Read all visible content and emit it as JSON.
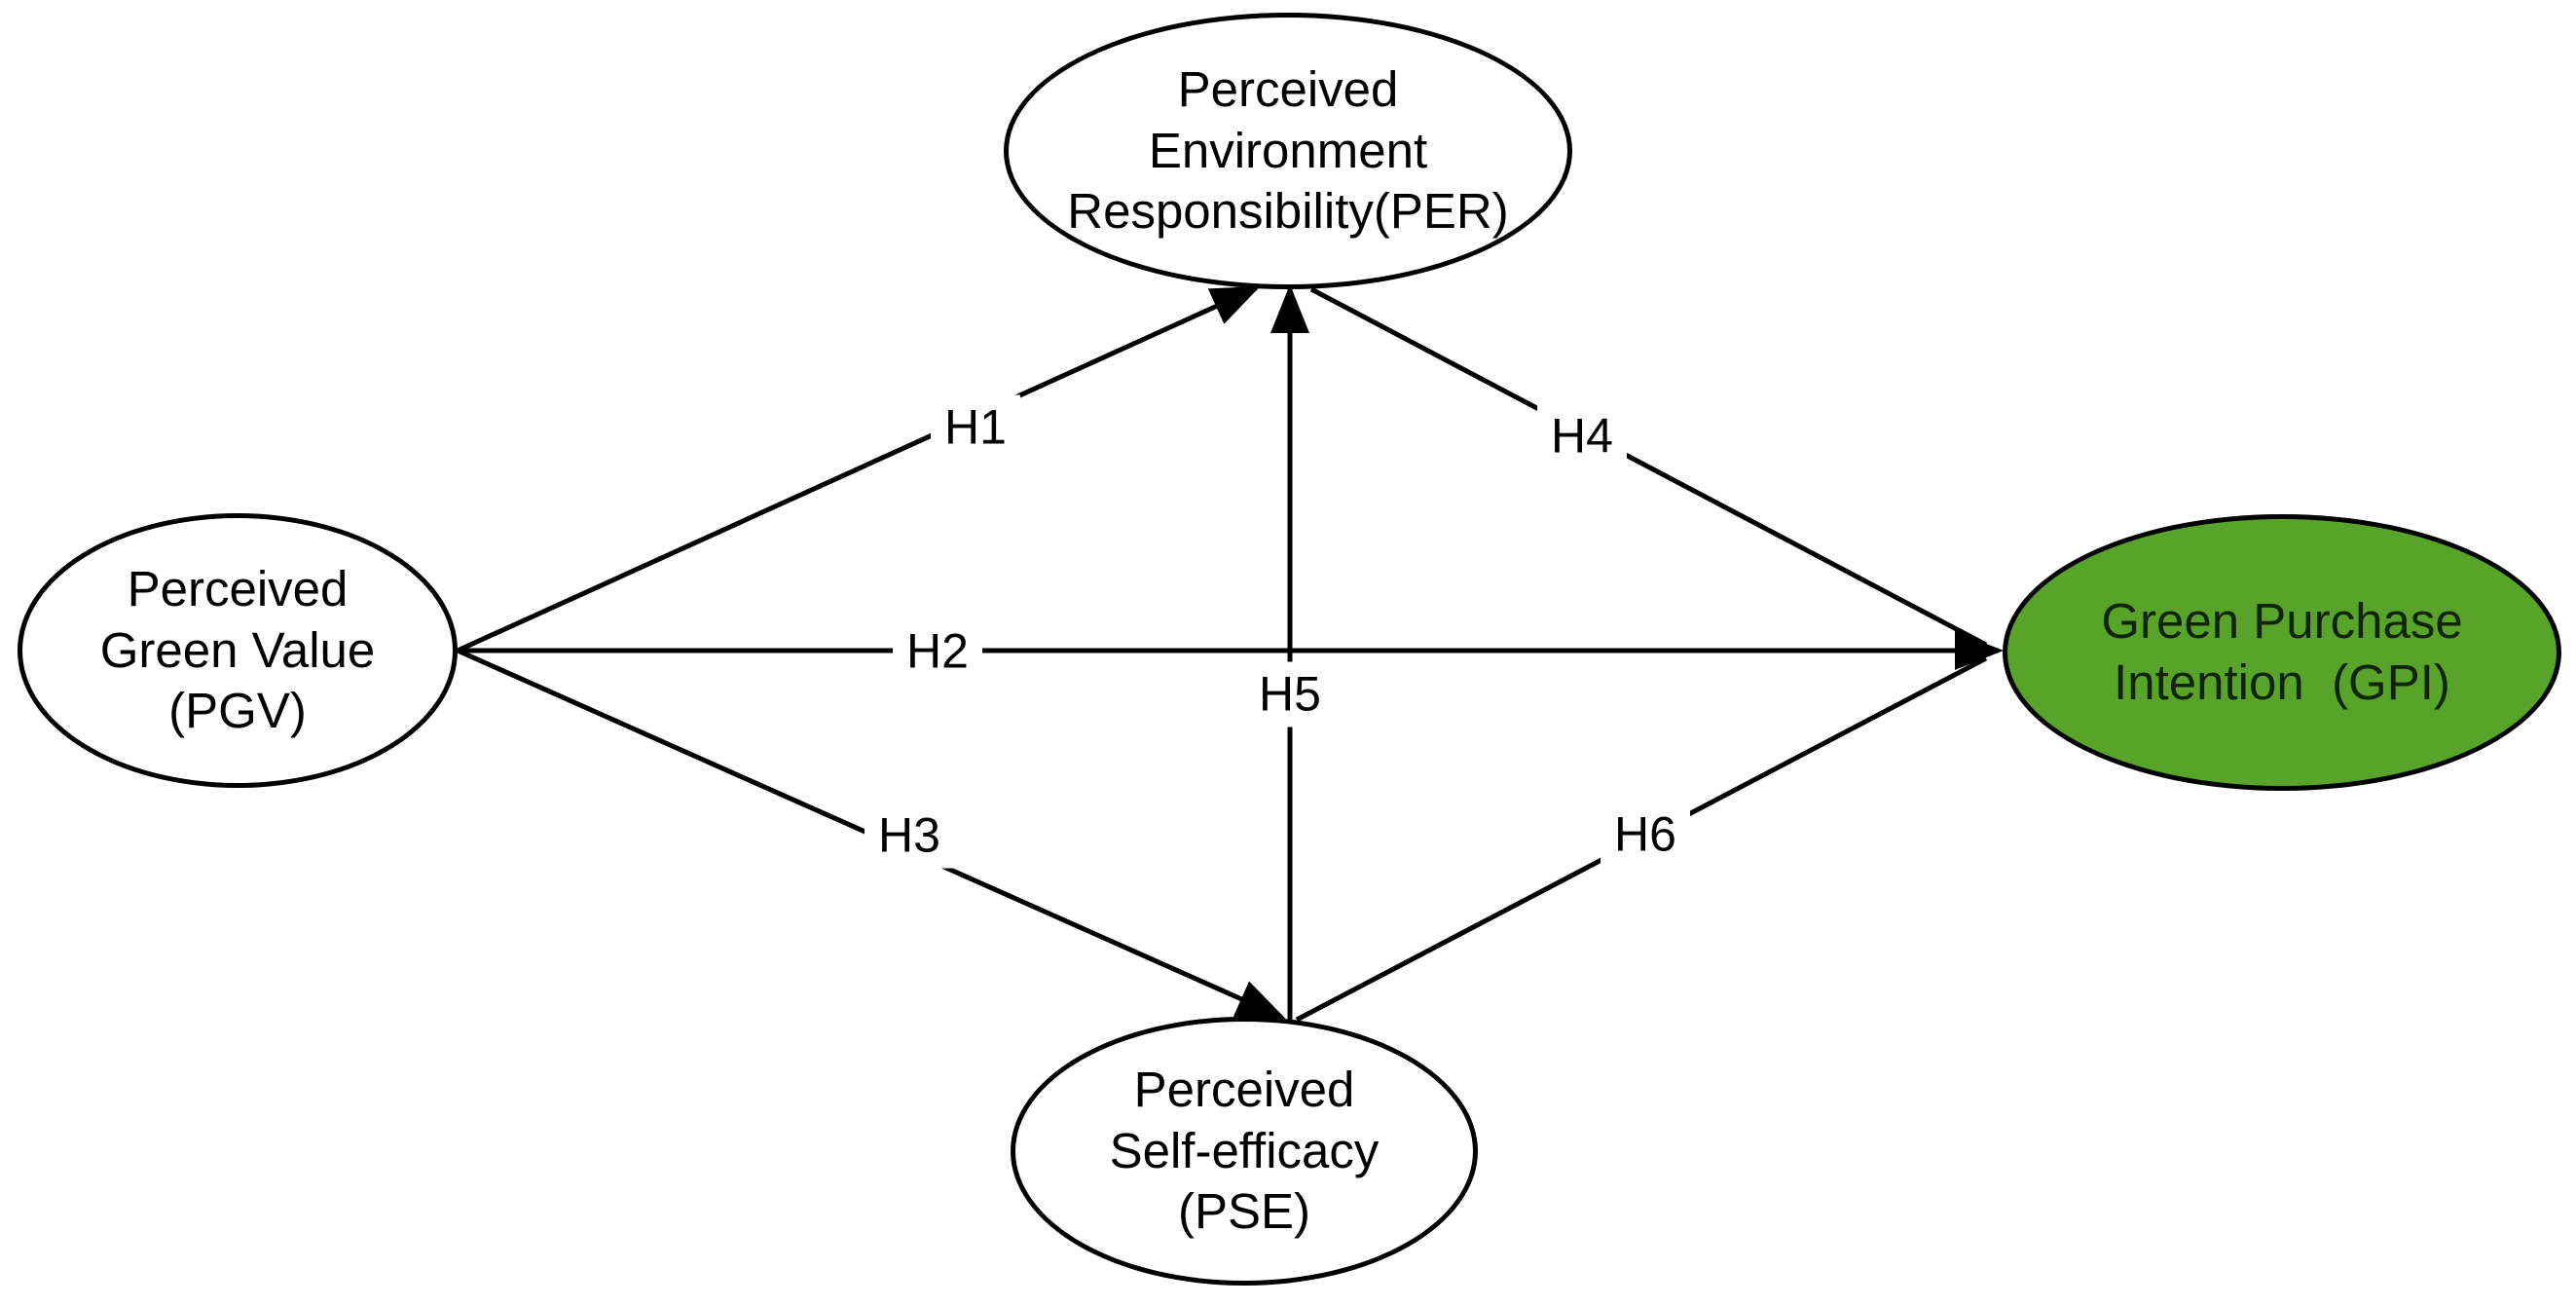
{
  "diagram": {
    "background_color": "#ffffff",
    "line_color": "#000000",
    "nodes": {
      "per": {
        "label": "Perceived\nEnvironment\nResponsibility(PER)",
        "abbr": "PER",
        "shape": "ellipse",
        "fill_color": "#ffffff",
        "text_color": "#000000"
      },
      "pgv": {
        "label": "Perceived\nGreen Value\n(PGV)",
        "abbr": "PGV",
        "shape": "ellipse",
        "fill_color": "#ffffff",
        "text_color": "#000000"
      },
      "pse": {
        "label": "Perceived\nSelf-efficacy\n(PSE)",
        "abbr": "PSE",
        "shape": "ellipse",
        "fill_color": "#ffffff",
        "text_color": "#000000"
      },
      "gpi": {
        "label": "Green Purchase\nIntention  (GPI)",
        "abbr": "GPI",
        "shape": "ellipse",
        "fill_color": "#58a42a",
        "text_color": "#122406"
      }
    },
    "edges": {
      "h1": {
        "label": "H1",
        "from": "PGV",
        "to": "PER"
      },
      "h2": {
        "label": "H2",
        "from": "PGV",
        "to": "GPI"
      },
      "h3": {
        "label": "H3",
        "from": "PGV",
        "to": "PSE"
      },
      "h4": {
        "label": "H4",
        "from": "PER",
        "to": "GPI"
      },
      "h5": {
        "label": "H5",
        "from": "PSE",
        "to": "PER"
      },
      "h6": {
        "label": "H6",
        "from": "PSE",
        "to": "GPI"
      }
    }
  }
}
